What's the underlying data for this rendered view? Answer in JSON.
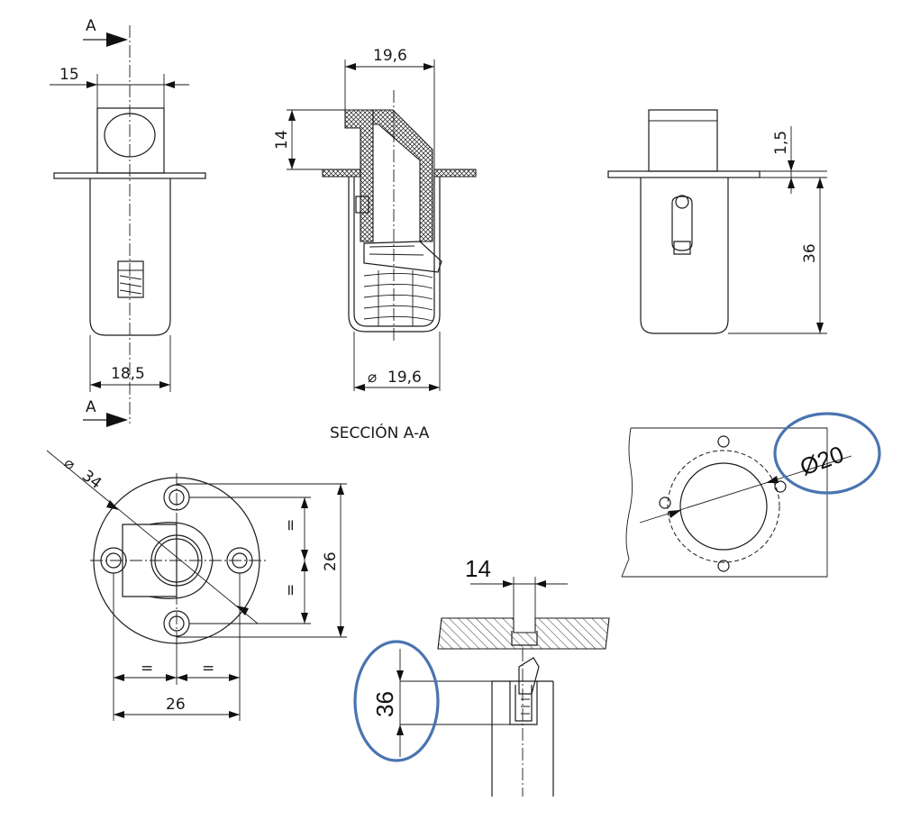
{
  "section_marker": "A",
  "section_title": "SECCIÓN A-A",
  "dimensions": {
    "front_top_width": "15",
    "front_bottom_width": "18,5",
    "section_top_width": "19,6",
    "section_height": "14",
    "section_diameter": "19,6",
    "side_flange": "1,5",
    "side_height": "36",
    "plan_diameter": "34",
    "plan_width": "26",
    "plan_height": "26",
    "equal_sign": "=",
    "install_width": "14",
    "install_depth": "36",
    "hole_diameter": "Ø20"
  },
  "diameter_symbol": "⌀",
  "colors": {
    "highlight": "#4a74b0",
    "ink": "#1a1a1a"
  }
}
